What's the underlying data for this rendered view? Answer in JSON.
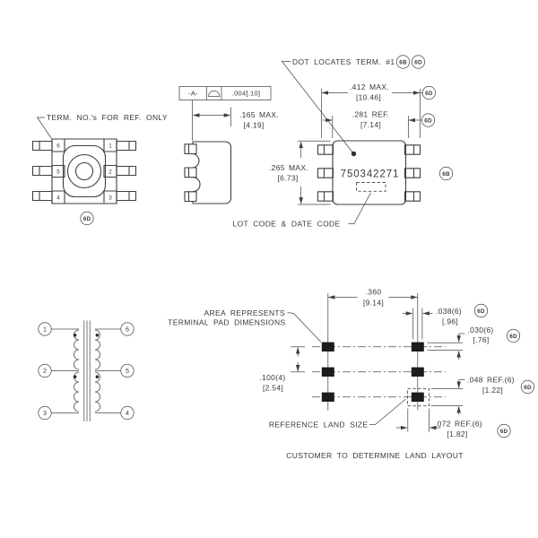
{
  "labels": {
    "term_ref": "TERM. NO.'s FOR REF. ONLY",
    "dot_note": "DOT LOCATES TERM. #1",
    "lot_code": "LOT CODE & DATE CODE",
    "area1": "AREA REPRESENTS",
    "area2": "TERMINAL PAD DIMENSIONS",
    "ref_land": "REFERENCE LAND SIZE",
    "customer": "CUSTOMER TO DETERMINE LAND LAYOUT",
    "part_number": "750342271",
    "datum": "-A-",
    "flat_tol": ".004[.10]"
  },
  "dims": {
    "d165a": ".165 MAX.",
    "d165b": "[4.19]",
    "d412a": ".412 MAX.",
    "d412b": "[10.46]",
    "d281a": ".281 REF.",
    "d281b": "[7.14]",
    "d265a": ".265 MAX.",
    "d265b": "[6.73]",
    "d360a": ".360",
    "d360b": "[9.14]",
    "d038a": ".038(6)",
    "d038b": "[.96]",
    "d030a": ".030(6)",
    "d030b": "[.76]",
    "d048a": ".048 REF.(6)",
    "d048b": "[1.22]",
    "d072a": ".072 REF.(6)",
    "d072b": "[1.82]",
    "d100a": ".100(4)",
    "d100b": "[2.54]"
  },
  "balloons": {
    "b6b": "6B",
    "b6d": "6D"
  },
  "pins": {
    "p1": "1",
    "p2": "2",
    "p3": "3",
    "p4": "4",
    "p5": "5",
    "p6": "6"
  },
  "line_color": "#3f3f3f"
}
